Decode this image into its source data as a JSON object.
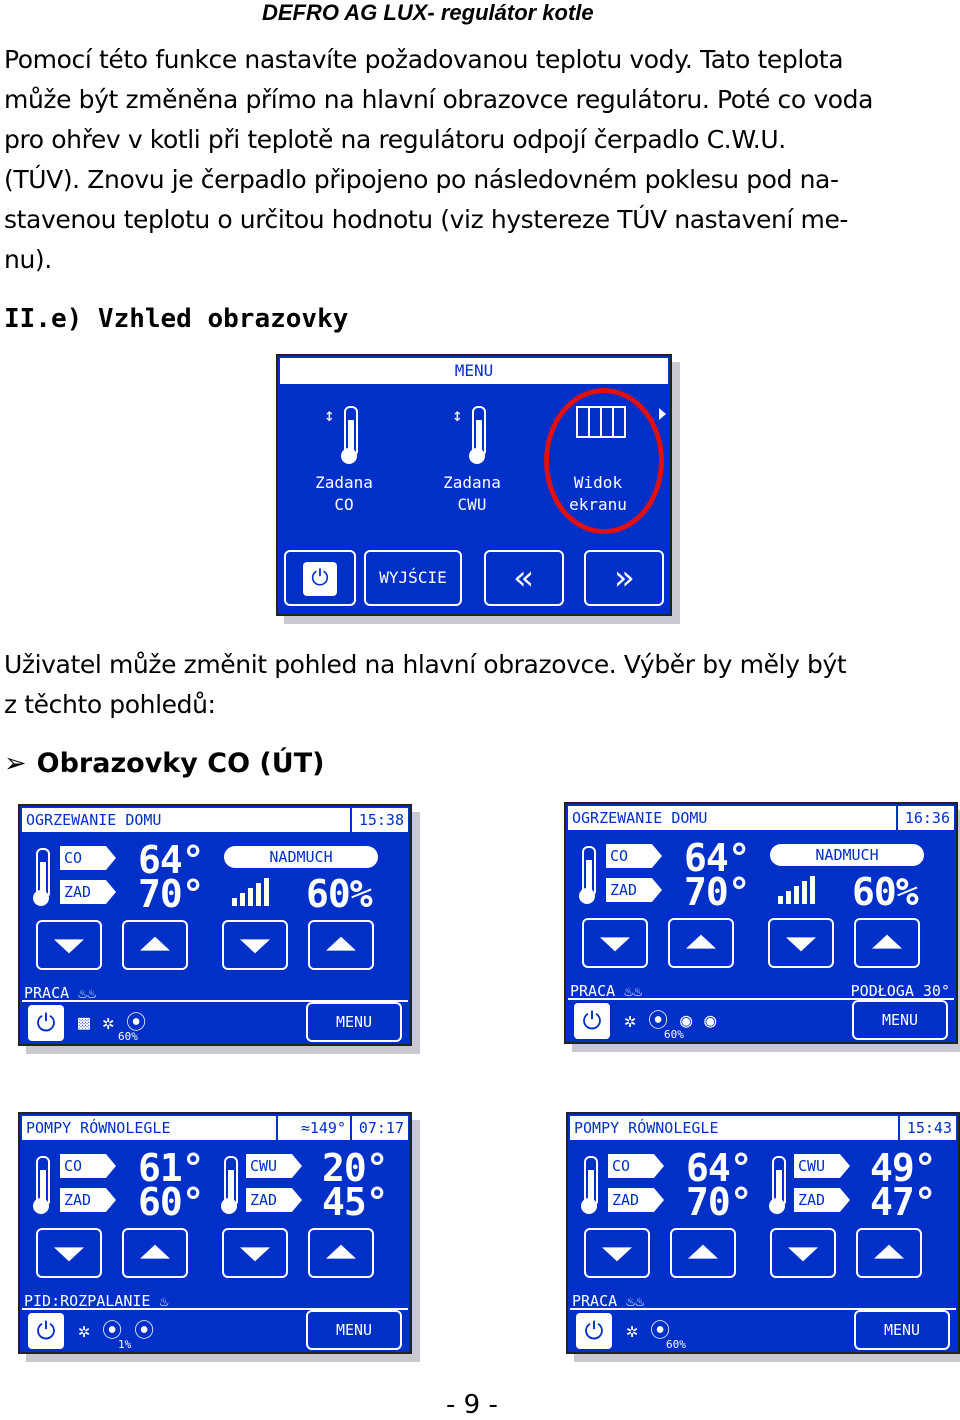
{
  "header": {
    "title": "DEFRO AG LUX- regulátor kotle"
  },
  "intro_paragraph": {
    "lines": [
      " Pomocí této funkce nastavíte požadovanou teplotu vody. Tato teplota",
      "může být změněna přímo na hlavní obrazovce regulátoru. Poté co voda",
      "pro ohřev v kotli při teplotě na regulátoru odpojí čerpadlo C.W.U.",
      "(TÚV). Znovu je čerpadlo připojeno po následovném poklesu pod na-",
      "stavenou teplotu o určitou hodnotu (viz hystereze TÚV  nastavení me-",
      "nu)."
    ]
  },
  "section_title": "II.e) Vzhled obrazovky",
  "menu_screen": {
    "title": "MENU",
    "items": [
      {
        "line1": "Zadana",
        "line2": "CO",
        "icon": "thermometer-arrows-icon"
      },
      {
        "line1": "Zadana",
        "line2": "CWU",
        "icon": "thermometer-arrows-icon"
      },
      {
        "line1": "Widok",
        "line2": "ekranu",
        "icon": "grid-screen-icon"
      }
    ],
    "buttons": {
      "power": "⏻",
      "exit": "WYJŚCIE",
      "prev": "«",
      "next": "»"
    },
    "highlight_color": "#e01010"
  },
  "description_paragraph": {
    "lines": [
      " Uživatel může změnit pohled na hlavní obrazovce. Výběr by měly být",
      "z těchto pohledů:"
    ]
  },
  "bullet": {
    "marker": "➢",
    "text": "Obrazovky CO (ÚT)"
  },
  "screens": [
    {
      "title": "OGRZEWANIE DOMU",
      "time": "15:38",
      "extra": "",
      "co_label": "CO",
      "co_value": "64°",
      "zad_label": "ZAD",
      "zad_value": "70°",
      "right_type": "fan",
      "right_label": "NADMUCH",
      "right_value": "60%",
      "status": "PRACA ♨♨",
      "status_right": "",
      "bar_icons": "▩  ✲  ⦿",
      "fan_pct": "60%",
      "menu": "MENU"
    },
    {
      "title": "OGRZEWANIE DOMU",
      "time": "16:36",
      "extra": "",
      "co_label": "CO",
      "co_value": "64°",
      "zad_label": "ZAD",
      "zad_value": "70°",
      "right_type": "fan",
      "right_label": "NADMUCH",
      "right_value": "60%",
      "status": "PRACA ♨♨",
      "status_right": "PODŁOGA 30°",
      "bar_icons": "✲  ⦿   ◉ ◉",
      "fan_pct": "60%",
      "menu": "MENU"
    },
    {
      "title": "POMPY RÓWNOLEGLE",
      "time": "07:17",
      "extra": "≈149°",
      "co_label": "CO",
      "co_value": "61°",
      "zad_label": "ZAD",
      "zad_value": "60°",
      "right_type": "cwu",
      "cwu_label": "CWU",
      "cwu_value": "20°",
      "zad2_label": "ZAD",
      "zad2_value": "45°",
      "status": "PID:ROZPALANIE ♨",
      "status_right": "",
      "bar_icons": "✲ ⦿ ⦿",
      "fan_pct": "1%",
      "menu": "MENU"
    },
    {
      "title": "POMPY RÓWNOLEGLE",
      "time": "15:43",
      "extra": "",
      "co_label": "CO",
      "co_value": "64°",
      "zad_label": "ZAD",
      "zad_value": "70°",
      "right_type": "cwu",
      "cwu_label": "CWU",
      "cwu_value": "49°",
      "zad2_label": "ZAD",
      "zad2_value": "47°",
      "status": "PRACA ♨♨",
      "status_right": "",
      "bar_icons": "✲  ⦿",
      "fan_pct": "60%",
      "menu": "MENU"
    }
  ],
  "footer": {
    "page": "- 9 -"
  }
}
